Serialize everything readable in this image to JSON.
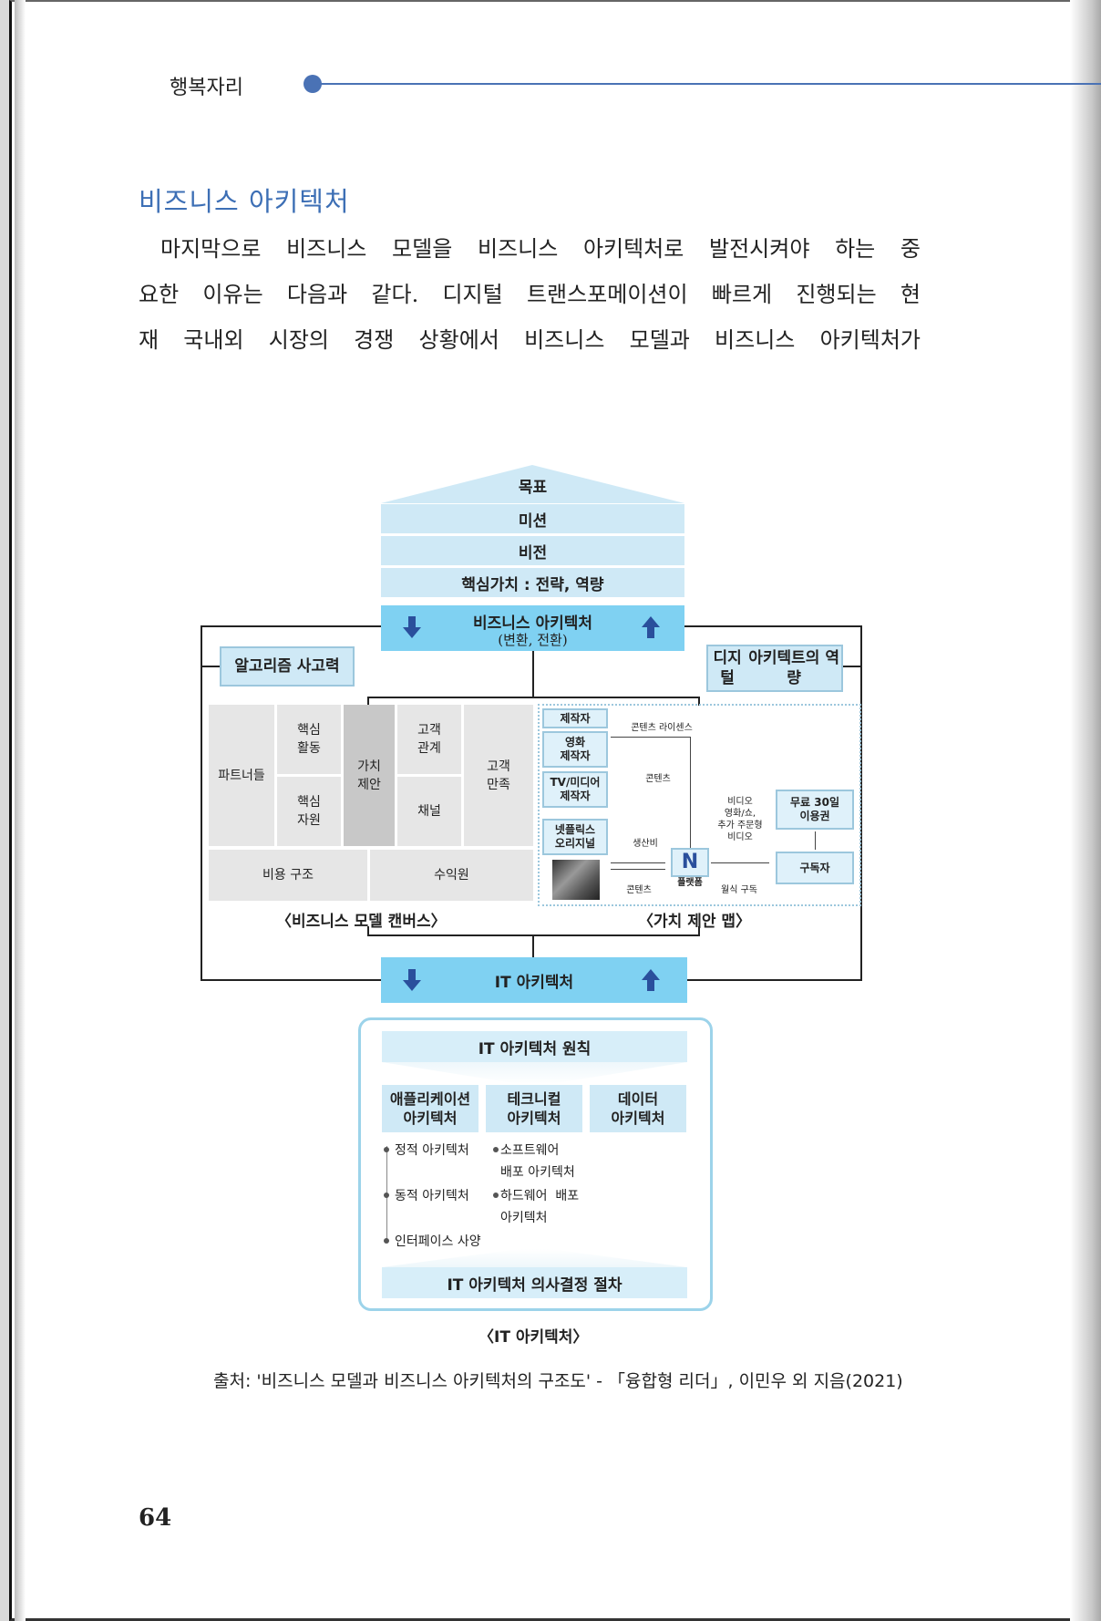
{
  "header": {
    "running_title": "행복자리"
  },
  "section": {
    "title": "비즈니스 아키텍처",
    "lines": [
      "마지막으로 비즈니스 모델을 비즈니스 아키텍처로 발전시켜야 하는 중",
      "요한 이유는 다음과 같다. 디지털 트랜스포메이션이 빠르게 진행되는 현",
      "재 국내외 시장의 경쟁 상황에서 비즈니스 모델과 비즈니스 아키텍처가"
    ]
  },
  "diagram": {
    "top": {
      "goal": "목표",
      "mission": "미션",
      "vision": "비전",
      "core_value": "핵심가치 : 전략, 역량",
      "ba_title": "비즈니스 아키텍처",
      "ba_sub": "(변환, 전환)"
    },
    "left_label": "알고리즘 사고력",
    "right_label_1": "디지털",
    "right_label_2": "아키텍트의 역량",
    "bmc": {
      "partners": "파트너들",
      "key_activities": "핵심\n활동",
      "key_resources": "핵심\n자원",
      "value_prop": "가치\n제안",
      "relations": "고객\n관계",
      "channels": "채널",
      "customers": "고객\n만족",
      "cost": "비용 구조",
      "revenue": "수익원",
      "caption": "〈비즈니스 모델 캔버스〉"
    },
    "vpm": {
      "producer": "제작자",
      "movie_producer": "영화\n제작자",
      "tv_producer": "TV/미디어\n제작자",
      "netflix_original": "넷플릭스\n오리지널",
      "content_license": "콘텐츠 라이센스",
      "content_1": "콘텐츠",
      "production_cost": "생산비",
      "content_2": "콘텐츠",
      "platform": "플랫폼",
      "video_desc": "비디오\n영화/쇼,\n추가 주문형\n비디오",
      "free_trial": "무료 30일\n이용권",
      "subscriber": "구독자",
      "monthly_sub": "월식 구독",
      "caption": "〈가치 제안 맵〉"
    },
    "it": {
      "band": "IT 아키텍처",
      "principles": "IT 아키텍처 원칙",
      "col_app": "애플리케이션\n아키텍처",
      "col_tech": "테크니컬\n아키텍처",
      "col_data": "데이터\n아키텍처",
      "item_static": "정적 아키텍처",
      "item_dynamic": "동적 아키텍처",
      "item_interface": "인터페이스 사양",
      "item_sw_1": "소프트웨어",
      "item_sw_2": "배포 아키텍처",
      "item_hw_1": "하드웨어  배포",
      "item_hw_2": "아키텍처",
      "decision": "IT 아키텍처 의사결정 절차",
      "caption": "〈IT 아키텍처〉"
    }
  },
  "source": "출처: '비즈니스 모델과 비즈니스 아키텍처의 구조도' - 「융합형 리더」, 이민우 외 지음(2021)",
  "page_number": "64",
  "colors": {
    "accent": "#4a72b5",
    "light_band": "#cfe9f6",
    "strong_band": "#7fd1f2"
  }
}
